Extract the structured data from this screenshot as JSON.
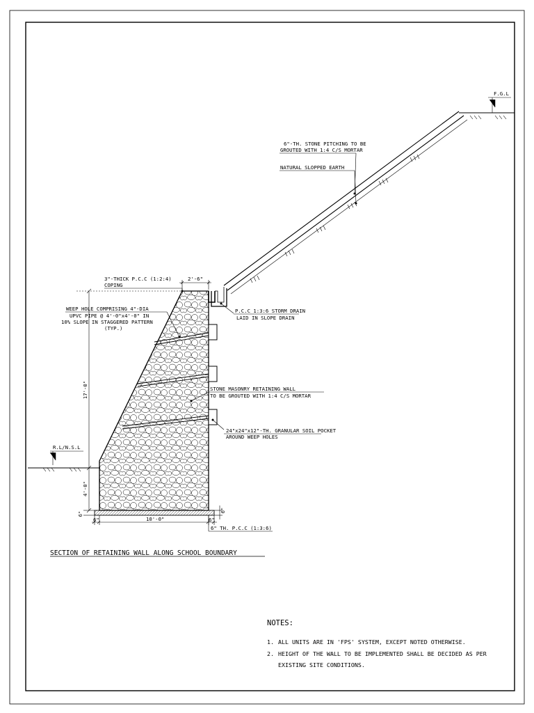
{
  "drawing": {
    "title": "SECTION OF RETAINING WALL ALONG SCHOOL BOUNDARY",
    "levels": {
      "fgl": "F.G.L",
      "rl_nsl": "R.L/N.S.L"
    },
    "labels": {
      "stone_pitching_1": "6\"-TH. STONE PITCHING TO BE",
      "stone_pitching_2": "GROUTED WITH 1:4 C/S MORTAR",
      "natural_earth": "NATURAL SLOPPED EARTH",
      "coping_1": "3\"-THICK P.C.C (1:2:4)",
      "coping_2": "COPING",
      "weep_1": "WEEP HOLE COMPRISING 4\"-DIA",
      "weep_2": "UPVC PIPE @ 4'-0\"x4'-0\" IN",
      "weep_3": "10% SLOPE IN STAGGERED PATTERN",
      "weep_4": "(TYP.)",
      "drain_1": "P.C.C 1:3:6 STORM DRAIN",
      "drain_2": "LAID IN SLOPE DRAIN",
      "masonry_1": "STONE MASONRY RETAINING WALL",
      "masonry_2": "TO BE GROUTED WITH 1:4 C/S MORTAR",
      "pocket_1": "24\"x24\"x12\"-TH. GRANULAR SOIL POCKET",
      "pocket_2": "AROUND WEEP HOLES",
      "pcc_base": "6\" TH. P.C.C (1:3:6)"
    },
    "dimensions": {
      "top_width": "2'-6\"",
      "height": "17'-0\"",
      "foundation_depth": "4'-0\"",
      "base_thk": "6\"",
      "base_width": "10'-0\"",
      "left_offset": "6\"",
      "right_offset": "6\"",
      "right_thk": "6\""
    }
  },
  "notes": {
    "heading": "NOTES:",
    "items": [
      {
        "num": "1.",
        "text": "ALL UNITS ARE IN 'FPS' SYSTEM, EXCEPT NOTED OTHERWISE."
      },
      {
        "num": "2.",
        "text": "HEIGHT OF THE WALL TO BE IMPLEMENTED SHALL BE DECIDED AS PER"
      },
      {
        "num": "",
        "text": "EXISTING SITE CONDITIONS."
      }
    ]
  }
}
